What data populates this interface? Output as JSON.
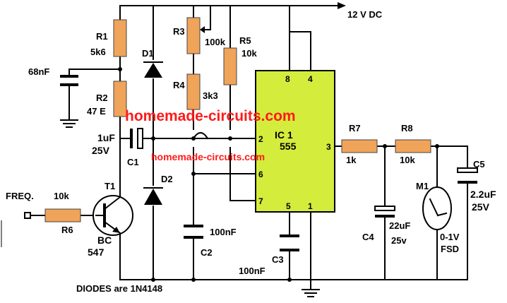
{
  "supply": {
    "label": "12 V DC"
  },
  "input": {
    "label": "FREQ."
  },
  "resistors": {
    "r1": {
      "ref": "R1",
      "value": "5k6"
    },
    "r2": {
      "ref": "R2",
      "value": "47 E"
    },
    "r3": {
      "ref": "R3",
      "value": "100k"
    },
    "r4": {
      "ref": "R4",
      "value": "3k3"
    },
    "r5": {
      "ref": "R5",
      "value": "10k"
    },
    "r6": {
      "ref": "R6",
      "value": "10k"
    },
    "r7": {
      "ref": "R7",
      "value": "1k"
    },
    "r8": {
      "ref": "R8",
      "value": "10k"
    }
  },
  "capacitors": {
    "c_68n": {
      "value": "68nF"
    },
    "c1": {
      "ref": "C1",
      "value": "1uF",
      "voltage": "25V"
    },
    "c2": {
      "ref": "C2",
      "value": "100nF"
    },
    "c3": {
      "ref": "C3",
      "value": "100nF"
    },
    "c4": {
      "ref": "C4",
      "value": "22uF",
      "voltage": "25v"
    },
    "c5": {
      "ref": "C5",
      "value": "2.2uF",
      "voltage": "25V"
    }
  },
  "diodes": {
    "d1": "D1",
    "d2": "D2",
    "note": "DIODES are 1N4148"
  },
  "transistor": {
    "ref": "T1",
    "type": "BC",
    "number": "547"
  },
  "ic": {
    "ref": "IC 1",
    "type": "555",
    "pins": [
      "8",
      "4",
      "2",
      "6",
      "7",
      "3",
      "5",
      "1"
    ]
  },
  "meter": {
    "ref": "M1",
    "range": "0-1V",
    "fsd": "FSD"
  },
  "watermarks": [
    "homemade-circuits.com",
    "homemade-circuits.com"
  ],
  "colors": {
    "resistor": "#f0a45a",
    "ic": "#d4ec3c",
    "watermark": "#ff1a1a"
  }
}
